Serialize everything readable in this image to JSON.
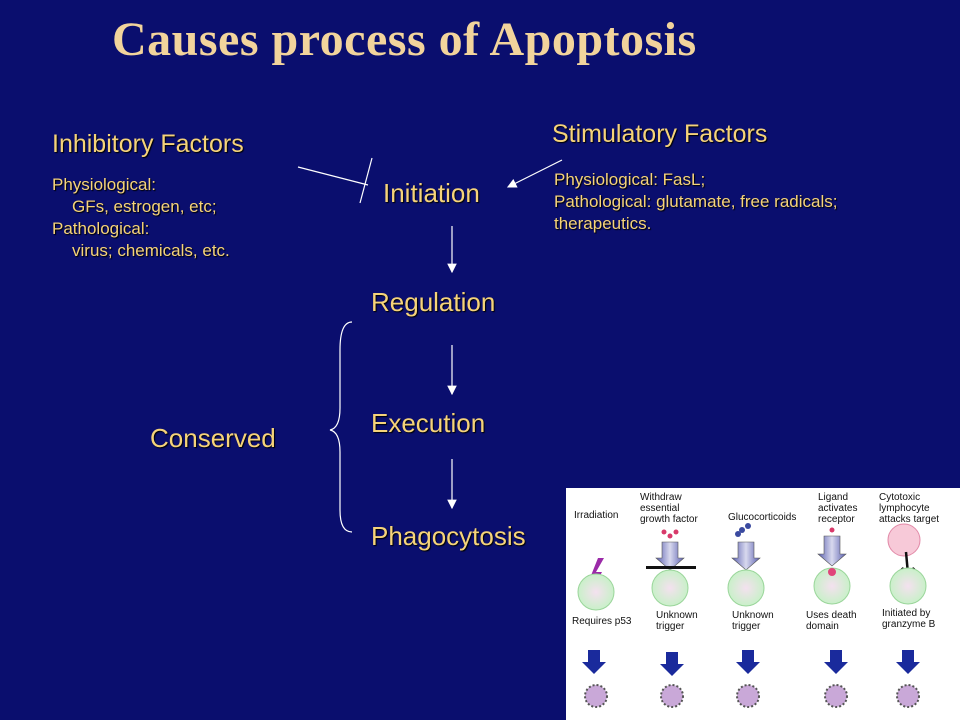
{
  "title": "Causes process of Apoptosis",
  "inhibitory": {
    "heading": "Inhibitory Factors",
    "lines": [
      "Physiological:",
      "GFs, estrogen, etc;",
      "Pathological:",
      "virus; chemicals, etc."
    ]
  },
  "stimulatory": {
    "heading": "Stimulatory Factors",
    "lines": [
      "Physiological: FasL;",
      "Pathological: glutamate, free radicals;",
      "therapeutics."
    ]
  },
  "steps": [
    "Initiation",
    "Regulation",
    "Execution",
    "Phagocytosis"
  ],
  "conserved_label": "Conserved",
  "figure": {
    "top_labels": [
      "Irradiation",
      "Withdraw essential growth factor",
      "Glucocorticoids",
      "Ligand activates receptor",
      "Cytotoxic lymphocyte attacks target"
    ],
    "mid_labels": [
      "Requires p53",
      "Unknown trigger",
      "Unknown trigger",
      "Uses death domain",
      "Initiated by granzyme B"
    ]
  },
  "colors": {
    "background": "#0a0e6e",
    "title": "#f2d49c",
    "text": "#f5d37a",
    "arrow": "#ffffff"
  }
}
